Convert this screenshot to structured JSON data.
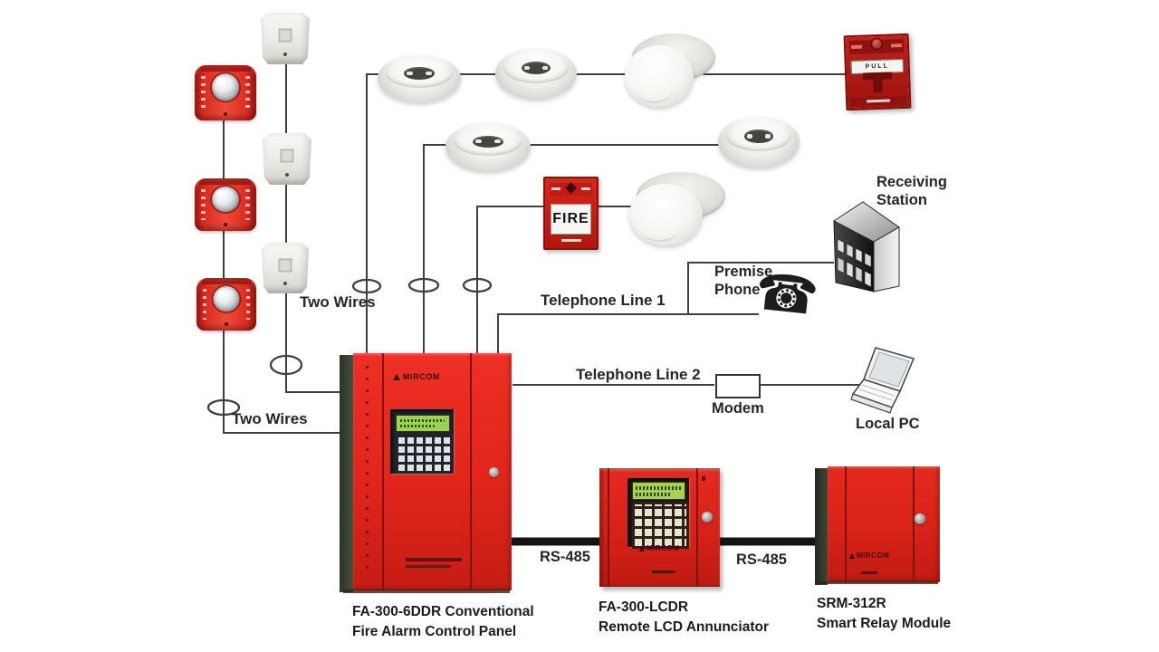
{
  "colors": {
    "device_red": "#d92119",
    "wire": "#3f3f3f",
    "rs485_wire": "#141414",
    "lcd_green": "#a6d04f"
  },
  "labels": {
    "two_wires_top": "Two Wires",
    "two_wires_bottom": "Two Wires",
    "telephone_line_1": "Telephone Line 1",
    "telephone_line_2": "Telephone Line 2",
    "premise_phone": "Premise Phone",
    "receiving_station": "Receiving Station",
    "modem": "Modem",
    "local_pc": "Local PC",
    "rs485_left": "RS-485",
    "rs485_right": "RS-485"
  },
  "devices": {
    "fire_pull_mid": {
      "label": "FIRE"
    },
    "fire_pull_top": {
      "bar_label": "PULL"
    },
    "panel": {
      "logo": "MIRCOM",
      "caption_line1": "FA-300-6DDR Conventional",
      "caption_line2": "Fire Alarm Control Panel"
    },
    "annunciator": {
      "logo": "MIRCOM",
      "caption_line1": "FA-300-LCDR",
      "caption_line2": "Remote LCD Annunciator"
    },
    "relay": {
      "logo": "MIRCOM",
      "caption_line1": "SRM-312R",
      "caption_line2": "Smart Relay Module"
    }
  }
}
